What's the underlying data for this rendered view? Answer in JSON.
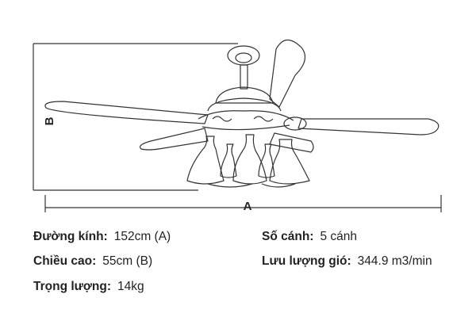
{
  "diagram": {
    "label_height": "B",
    "label_width": "A"
  },
  "specs": {
    "diameter": {
      "label": "Đường kính:",
      "value": "152cm (A)"
    },
    "height": {
      "label": "Chiều cao:",
      "value": "55cm (B)"
    },
    "weight": {
      "label": "Trọng lượng:",
      "value": "14kg"
    },
    "blades": {
      "label": "Số cánh:",
      "value": "5 cánh"
    },
    "airflow": {
      "label": "Lưu lượng gió:",
      "value": "344.9 m3/min"
    }
  }
}
